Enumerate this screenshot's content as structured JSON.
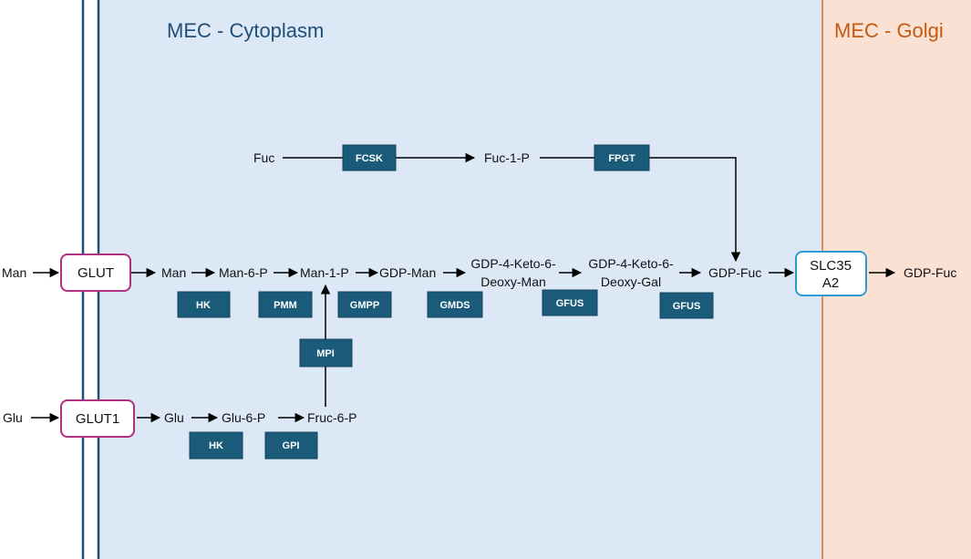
{
  "regions": {
    "cytoplasm": {
      "title": "MEC - Cytoplasm",
      "fill": "#dce8f6",
      "title_color": "#1f4e79"
    },
    "golgi": {
      "title": "MEC - Golgi",
      "fill": "#fbe0d4",
      "title_color": "#c55a11",
      "border": "#e0895a"
    }
  },
  "colors": {
    "membrane": "#1f4e79",
    "enzyme_fill": "#1b5b7a",
    "enzyme_border": "#16435c",
    "glut_border": "#b0307f",
    "slc_border": "#2e9bd6",
    "arrow": "#000000"
  },
  "outside": {
    "man": "Man",
    "glu": "Glu"
  },
  "transporters": {
    "glut": "GLUT",
    "glut1": "GLUT1",
    "slc35a2_line1": "SLC35",
    "slc35a2_line2": "A2"
  },
  "metabolites": {
    "fuc": "Fuc",
    "fuc1p": "Fuc-1-P",
    "man": "Man",
    "man6p": "Man-6-P",
    "man1p": "Man-1-P",
    "gdpman": "GDP-Man",
    "keto_man_line1": "GDP-4-Keto-6-",
    "keto_man_line2": "Deoxy-Man",
    "keto_gal_line1": "GDP-4-Keto-6-",
    "keto_gal_line2": "Deoxy-Gal",
    "gdpfuc": "GDP-Fuc",
    "gdpfuc_golgi": "GDP-Fuc",
    "glu": "Glu",
    "glu6p": "Glu-6-P",
    "fruc6p": "Fruc-6-P"
  },
  "enzymes": {
    "fcsk": "FCSK",
    "fpgt": "FPGT",
    "hk_man": "HK",
    "pmm": "PMM",
    "gmpp": "GMPP",
    "gmds": "GMDS",
    "gfus_1": "GFUS",
    "gfus_2": "GFUS",
    "mpi": "MPI",
    "hk_glu": "HK",
    "gpi": "GPI"
  }
}
